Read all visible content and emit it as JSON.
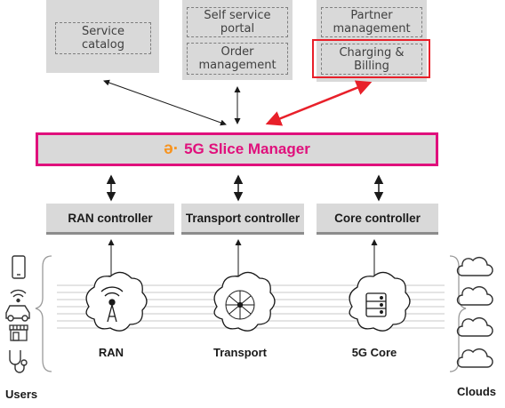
{
  "top_boxes": {
    "service_catalog": "Service catalog",
    "self_service_portal": "Self service portal",
    "order_management": "Order management",
    "partner_management": "Partner management",
    "charging_billing": "Charging & Billing"
  },
  "slice_manager": {
    "logo": "ə·",
    "title": "5G Slice Manager"
  },
  "controllers": [
    "RAN controller",
    "Transport controller",
    "Core controller"
  ],
  "domains": [
    "RAN",
    "Transport",
    "5G Core"
  ],
  "side_labels": {
    "users": "Users",
    "clouds": "Clouds"
  },
  "colors": {
    "accent_magenta": "#e0107c",
    "highlight_red": "#e8202a",
    "logo_orange": "#f7931e",
    "panel_gray": "#d9d9d9"
  },
  "icons": [
    "smartphone-icon",
    "wifi-icon",
    "car-icon",
    "shop-icon",
    "stethoscope-icon",
    "cloud-icon"
  ]
}
